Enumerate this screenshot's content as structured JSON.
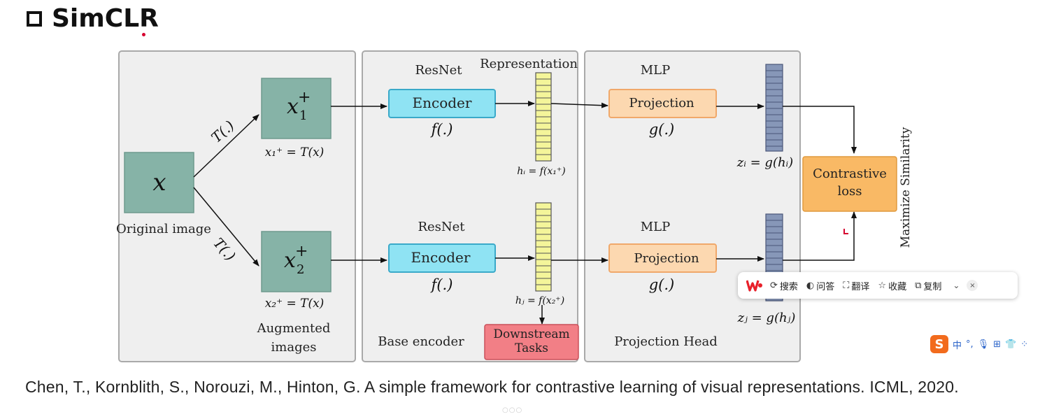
{
  "page": {
    "title": "SimCLR",
    "citation": "Chen, T., Kornblith, S., Norouzi, M., Hinton, G. A simple framework for contrastive learning of visual representations. ICML, 2020."
  },
  "diagram": {
    "original_symbol": "x",
    "original_label": "Original image",
    "transform_upper": "T(.)",
    "transform_lower": "T(.)",
    "aug1_main": "x",
    "aug1_sup": "+",
    "aug1_sub": "1",
    "aug1_eq": "x₁⁺ = T(x)",
    "aug2_main": "x",
    "aug2_sup": "+",
    "aug2_sub": "2",
    "aug2_eq": "x₂⁺ = T(x)",
    "augmented_label_1": "Augmented",
    "augmented_label_2": "images",
    "resnet_top": "ResNet",
    "resnet_bottom": "ResNet",
    "representation_label": "Representation",
    "encoder_top": "Encoder",
    "encoder_bottom": "Encoder",
    "f_top": "f(.)",
    "f_bottom": "f(.)",
    "h_i_eq": "hᵢ = f(x₁⁺)",
    "h_j_eq": "hⱼ = f(x₂⁺)",
    "downstream_1": "Downstream",
    "downstream_2": "Tasks",
    "base_encoder_label": "Base encoder",
    "mlp_top": "MLP",
    "mlp_bottom": "MLP",
    "projection_top": "Projection",
    "projection_bottom": "Projection",
    "g_top": "g(.)",
    "g_bottom": "g(.)",
    "z_i_eq": "zᵢ = g(hᵢ)",
    "z_j_eq": "zⱼ = g(hⱼ)",
    "projection_head_label": "Projection Head",
    "loss_1": "Contrastive",
    "loss_2": "loss",
    "maximize_label": "Maximize Similarity"
  },
  "toolbar": {
    "logo_icon": "wps-logo-icon",
    "search": "搜索",
    "qa": "问答",
    "translate": "翻译",
    "favorite": "收藏",
    "copy": "复制",
    "more_icon": "chevron-down-icon",
    "close": "×"
  },
  "ime": {
    "logo": "S",
    "mode": "中",
    "punct": "°,"
  },
  "slide_dots": "○○○",
  "colors": {
    "panel_bg": "#efefef",
    "panel_border": "#a9a9a9",
    "image_box": "#86b3a7",
    "encoder_box": "#8fe3f3",
    "projection_box": "#fcd8b0",
    "representation_vec": "#f4f59a",
    "projection_vec": "#8797b8",
    "downstream_box": "#f27f86",
    "loss_box": "#f9b965"
  }
}
